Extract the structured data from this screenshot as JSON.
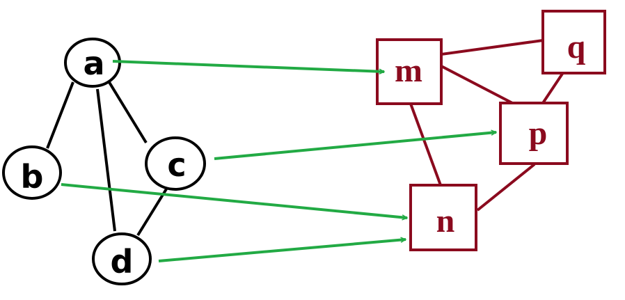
{
  "left_graph": {
    "nodes": [
      {
        "id": "a",
        "label": "a"
      },
      {
        "id": "b",
        "label": "b"
      },
      {
        "id": "c",
        "label": "c"
      },
      {
        "id": "d",
        "label": "d"
      }
    ],
    "edges": [
      [
        "a",
        "b"
      ],
      [
        "a",
        "c"
      ],
      [
        "a",
        "d"
      ],
      [
        "c",
        "d"
      ]
    ]
  },
  "right_graph": {
    "nodes": [
      {
        "id": "m",
        "label": "m"
      },
      {
        "id": "q",
        "label": "q"
      },
      {
        "id": "p",
        "label": "p"
      },
      {
        "id": "n",
        "label": "n"
      }
    ],
    "edges": [
      [
        "m",
        "q"
      ],
      [
        "m",
        "p"
      ],
      [
        "q",
        "p"
      ],
      [
        "m",
        "n"
      ],
      [
        "n",
        "p"
      ]
    ]
  },
  "mapping": [
    [
      "a",
      "m"
    ],
    [
      "c",
      "p"
    ],
    [
      "b",
      "n"
    ],
    [
      "d",
      "n"
    ]
  ],
  "colors": {
    "left_node_stroke": "#000000",
    "right_node_stroke": "#8b0a1e",
    "right_label": "#8b0a1e",
    "mapping_arrow": "#22aa44"
  }
}
